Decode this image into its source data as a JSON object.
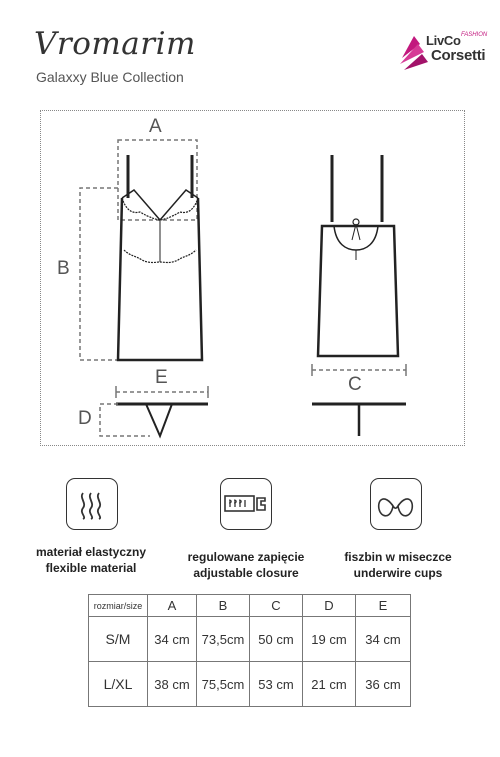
{
  "header": {
    "title": "Vromarim",
    "subtitle": "Galaxxy Blue Collection"
  },
  "brand": {
    "line1": "LivCo",
    "tag": "FASHION",
    "line2": "Corsetti",
    "accent_color": "#c2187e"
  },
  "dimensions": {
    "a": "A",
    "b": "B",
    "c": "C",
    "d": "D",
    "e": "E"
  },
  "features": [
    {
      "icon": "elastic-waves-icon",
      "label_pl": "materiał elastyczny",
      "label_en": "flexible material"
    },
    {
      "icon": "hook-eye-closure-icon",
      "label_pl": "regulowane zapięcie",
      "label_en": "adjustable closure"
    },
    {
      "icon": "underwire-cups-icon",
      "label_pl": "fiszbin w miseczce",
      "label_en": "underwire cups"
    }
  ],
  "size_table": {
    "corner_label": "rozmiar/size",
    "columns": [
      "A",
      "B",
      "C",
      "D",
      "E"
    ],
    "rows": [
      {
        "size": "S/M",
        "values": [
          "34 cm",
          "73,5cm",
          "50 cm",
          "19 cm",
          "34 cm"
        ]
      },
      {
        "size": "L/XL",
        "values": [
          "38 cm",
          "75,5cm",
          "53 cm",
          "21 cm",
          "36 cm"
        ]
      }
    ]
  }
}
